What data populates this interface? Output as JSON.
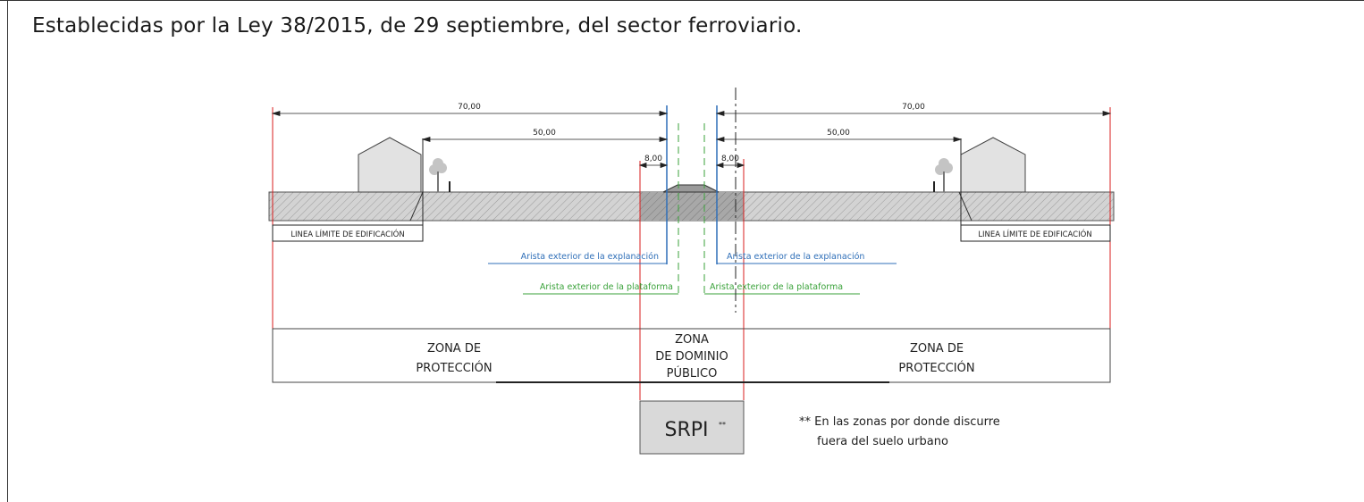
{
  "heading": "Establecidas por la Ley 38/2015, de 29 septiembre, del sector ferroviario.",
  "dimensions": {
    "total_left": "70,00",
    "total_right": "70,00",
    "inner_left": "50,00",
    "inner_right": "50,00",
    "small_left": "8,00",
    "small_right": "8,00"
  },
  "labels": {
    "building_limit_left": "LINEA LÍMITE DE EDIFICACIÓN",
    "building_limit_right": "LINEA LÍMITE DE EDIFICACIÓN",
    "explanation_edge_left": "Arista exterior de la explanación",
    "explanation_edge_right": "Arista exterior de la explanación",
    "platform_edge_left": "Arista exterior de la plataforma",
    "platform_edge_right": "Arista exterior de la plataforma"
  },
  "zones": {
    "protection_left": [
      "ZONA DE",
      "PROTECCIÓN"
    ],
    "public_domain": [
      "ZONA",
      "DE DOMINIO",
      "PÚBLICO"
    ],
    "protection_right": [
      "ZONA DE",
      "PROTECCIÓN"
    ]
  },
  "srpi": {
    "label": "SRPI",
    "mark": "**"
  },
  "footnote": [
    "** En las zonas por donde discurre",
    "fuera del suelo urbano"
  ],
  "colors": {
    "red": "#d91c1c",
    "blue": "#2f6fb8",
    "green": "#3aa23a",
    "ground": "#d0d0d0",
    "ground_dark": "#9a9a9a",
    "building": "#e2e2e2",
    "srpi_box": "#d9d9d9"
  }
}
